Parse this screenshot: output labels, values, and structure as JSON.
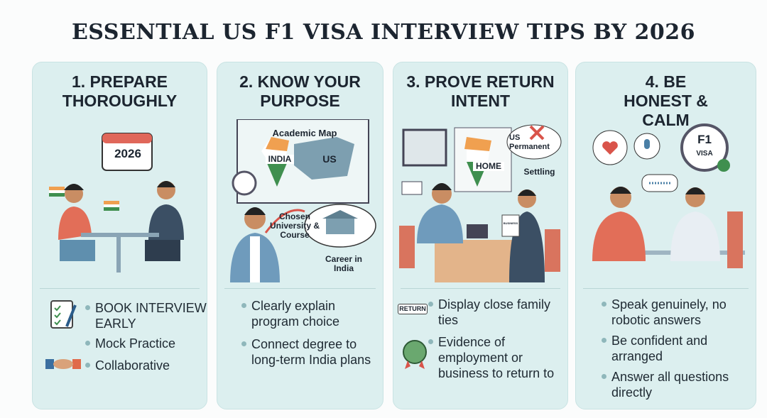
{
  "title": "ESSENTIAL US F1 VISA INTERVIEW TIPS BY 2026",
  "panels": [
    {
      "heading": "1. PREPARE THOROUGHLY",
      "calendar_year": "2026",
      "bullets": [
        "BOOK INTERVIEW EARLY",
        "Mock Practice",
        "Collaborative"
      ]
    },
    {
      "heading": "2. KNOW YOUR PURPOSE",
      "labels": {
        "map": "Academic Map",
        "india": "INDIA",
        "us": "US",
        "chosen": "Chosen University & Course",
        "career": "Career in India"
      },
      "bullets": [
        "Clearly explain program choice",
        "Connect degree to long-term India plans"
      ]
    },
    {
      "heading": "3. PROVE RETURN INTENT",
      "labels": {
        "home": "HOME",
        "us_permanent": "US Permanent",
        "settling": "Settling",
        "return_sign": "RETURN",
        "document": "BUSINESS"
      },
      "bullets": [
        "Display close family ties",
        "Evidence of employment or business to return to"
      ]
    },
    {
      "heading": "4. BE HONEST & CALM",
      "labels": {
        "badge_f1": "F1",
        "badge_visa": "VISA"
      },
      "bullets": [
        "Speak genuinely, no robotic answers",
        "Be confident and arranged",
        "Answer all questions directly"
      ]
    }
  ],
  "colors": {
    "panel": "#dcefef",
    "orange": "#f0a050",
    "green": "#3f8f4f",
    "red": "#d9544a",
    "shirt_blue": "#5f8fae"
  }
}
